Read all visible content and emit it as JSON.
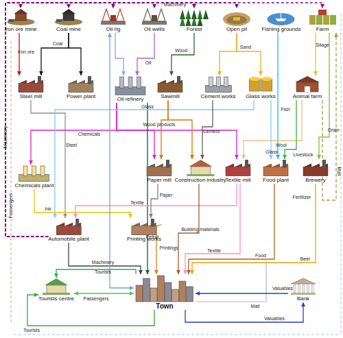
{
  "diagram": {
    "nodes": [
      {
        "text": [
          "Iron ore mine"
        ]
      },
      {
        "text": [
          "Coal mine"
        ]
      },
      {
        "text": [
          "Oil rig"
        ]
      },
      {
        "text": [
          "Oil wells"
        ]
      },
      {
        "text": [
          "Forest"
        ]
      },
      {
        "text": [
          "Open pit"
        ]
      },
      {
        "text": [
          "Fishing grounds"
        ]
      },
      {
        "text": [
          "Farm"
        ]
      },
      {
        "text": [
          "Steel mill"
        ]
      },
      {
        "text": [
          "Power plant"
        ]
      },
      {
        "text": [
          "Oil refinery"
        ]
      },
      {
        "text": [
          "Sawmill"
        ]
      },
      {
        "text": [
          "Cement works"
        ]
      },
      {
        "text": [
          "Glass works"
        ]
      },
      {
        "text": [
          "Animal farm"
        ]
      },
      {
        "text": [
          "Chemicals plant"
        ]
      },
      {
        "text": [
          "Paper mill"
        ]
      },
      {
        "text": [
          "Construction industry"
        ]
      },
      {
        "text": [
          "Textile mill"
        ]
      },
      {
        "text": [
          "Food plant"
        ]
      },
      {
        "text": [
          "Brewery"
        ]
      },
      {
        "text": [
          "Automobile plant"
        ]
      },
      {
        "text": [
          "Printing works"
        ]
      },
      {
        "text": [
          "Tourists centre"
        ]
      },
      {
        "text": [
          "Town"
        ]
      },
      {
        "text": [
          "Bank"
        ]
      }
    ],
    "edges": [
      {
        "from": 0,
        "to": 8,
        "label": "Iron ore",
        "arrow": "to"
      },
      {
        "from": 1,
        "to": 8,
        "label": "Coal",
        "arrow": "to"
      },
      {
        "from": 1,
        "to": 9,
        "arrow": "to"
      },
      {
        "from": 2,
        "to": 10,
        "arrow": "to"
      },
      {
        "from": 3,
        "to": 10,
        "label": "Oil",
        "arrow": "to"
      },
      {
        "from": 4,
        "to": 11,
        "label": "Wood",
        "arrow": "to"
      },
      {
        "from": 5,
        "to": 12,
        "label": "Sand",
        "arrow": "to"
      },
      {
        "from": 5,
        "to": 13,
        "arrow": "to"
      },
      {
        "from": 6,
        "to": 19,
        "label": "Fish",
        "arrow": "to"
      },
      {
        "from": 7,
        "to": 14,
        "label": "Silage",
        "arrow": "to"
      },
      {
        "from": 7,
        "to": 20,
        "label": "Grain",
        "arrow": "to"
      },
      {
        "from": 8,
        "to": 21,
        "label": "Steel",
        "arrow": "to"
      },
      {
        "from": 10,
        "to": 15,
        "label": "Chemicals",
        "arrow": "to"
      },
      {
        "from": 10,
        "to": 16,
        "arrow": "to"
      },
      {
        "from": 10,
        "to": 18,
        "arrow": "to"
      },
      {
        "from": 10,
        "to": 24,
        "label": "Petrol",
        "arrow": "to"
      },
      {
        "from": 13,
        "to": 21,
        "label": "Glass",
        "arrow": "to"
      },
      {
        "from": 13,
        "to": 19,
        "label": "Glass",
        "arrow": "to"
      },
      {
        "from": 11,
        "to": 16,
        "label": "Wood products",
        "arrow": "to"
      },
      {
        "from": 11,
        "to": 17,
        "arrow": "to"
      },
      {
        "from": 12,
        "to": 17,
        "label": "Cement",
        "arrow": "to"
      },
      {
        "from": 14,
        "to": 18,
        "label": "Wool",
        "arrow": "to"
      },
      {
        "from": 14,
        "to": 19,
        "label": "Livestock",
        "arrow": "to"
      },
      {
        "from": 15,
        "to": 22,
        "label": "Ink",
        "arrow": "to"
      },
      {
        "from": 18,
        "to": 21,
        "label": "Textile",
        "arrow": "to"
      },
      {
        "from": 16,
        "to": 22,
        "label": "Paper",
        "arrow": "to"
      },
      {
        "from": 18,
        "to": 24,
        "label": "Textile",
        "arrow": "to"
      },
      {
        "from": 17,
        "to": 24,
        "label": "Building materials",
        "arrow": "to"
      },
      {
        "from": 22,
        "to": 24,
        "label": "Printings",
        "arrow": "to"
      },
      {
        "from": 19,
        "to": 24,
        "label": "Food",
        "arrow": "to"
      },
      {
        "from": 20,
        "to": 24,
        "label": "Beer",
        "arrow": "to"
      },
      {
        "from": 21,
        "to": 24,
        "label": "Machinery",
        "arrow": "to"
      },
      {
        "from": 21,
        "to": 0,
        "arrow": "to"
      },
      {
        "from": 21,
        "to": 1,
        "arrow": "to"
      },
      {
        "from": 21,
        "to": 2,
        "arrow": "to"
      },
      {
        "from": 21,
        "to": 3,
        "arrow": "to"
      },
      {
        "from": 21,
        "to": 4,
        "label": "Machinery",
        "arrow": "to"
      },
      {
        "from": 21,
        "to": 5,
        "arrow": "to"
      },
      {
        "from": 21,
        "to": 7,
        "arrow": "to"
      },
      {
        "from": 14,
        "to": 7,
        "label": "Fertilizer",
        "arrow": "to"
      },
      {
        "from": 2,
        "to": 24,
        "arrow": "both"
      },
      {
        "from": 23,
        "to": 24,
        "label": "Passengers",
        "arrow": "both"
      },
      {
        "from": 24,
        "to": 23,
        "label": "Tourists",
        "arrow": "to"
      },
      {
        "from": 24,
        "to": 23,
        "label": "Tourists",
        "arrow": "to"
      },
      {
        "from": 24,
        "to": 25,
        "label": "Valuables",
        "arrow": "to"
      },
      {
        "from": 25,
        "to": 24,
        "label": "Valuables",
        "arrow": "to"
      }
    ],
    "labels": [
      "Machinery",
      "Passengers",
      "Mail",
      "Mail"
    ]
  }
}
